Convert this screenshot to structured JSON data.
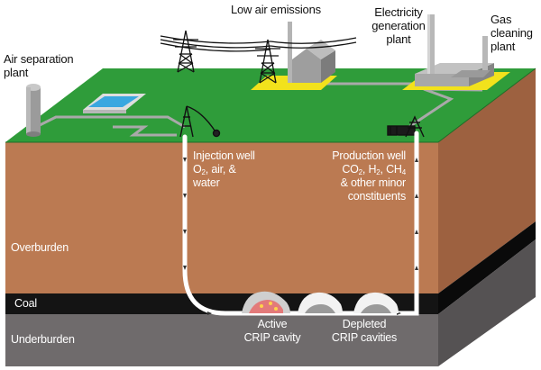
{
  "labels": {
    "air_separation": [
      "Air separation",
      "plant"
    ],
    "low_air_emissions": "Low air emissions",
    "electricity_plant": [
      "Electricity",
      "generation",
      "plant"
    ],
    "gas_cleaning": [
      "Gas",
      "cleaning",
      "plant"
    ],
    "injection_well": {
      "title": "Injection well",
      "line2_parts": [
        "O",
        "2",
        ", air, &"
      ],
      "line3": "water"
    },
    "production_well": {
      "title": "Production well",
      "line2_parts": [
        "CO",
        "2",
        ", H",
        "2",
        ", CH",
        "4"
      ],
      "line3": "& other minor",
      "line4": "constituents"
    },
    "overburden": "Overburden",
    "coal": "Coal",
    "underburden": "Underburden",
    "active_cavity": [
      "Active",
      "CRIP cavity"
    ],
    "depleted_cavities": [
      "Depleted",
      "CRIP cavities"
    ]
  },
  "colors": {
    "grass": "#2f9c3a",
    "overburden": "#bb7a52",
    "coal": "#141414",
    "underburden": "#6f6b6c",
    "pipe": "#ffffff",
    "pad": "#f2e21c"
  },
  "icons": [
    "transmission-tower-icon",
    "storage-silo-icon",
    "water-pond-icon",
    "plant-building-icon",
    "smokestack-icon",
    "pump-jack-icon",
    "drilling-rig-icon"
  ]
}
